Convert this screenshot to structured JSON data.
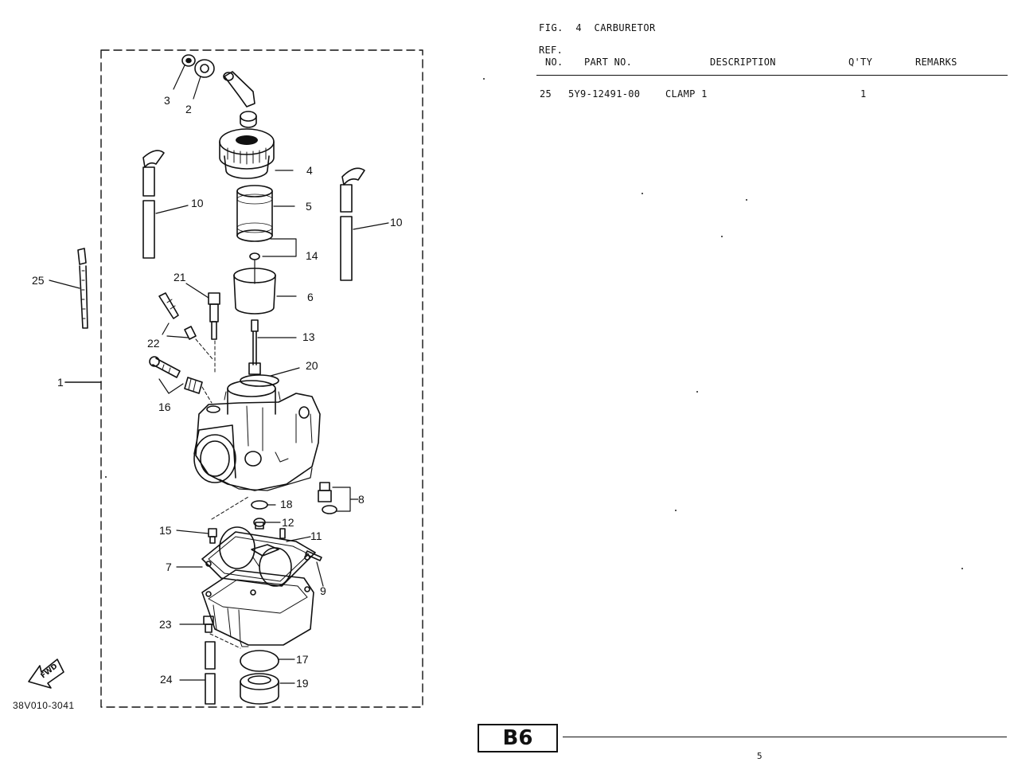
{
  "figure": {
    "title": "FIG.  4  CARBURETOR"
  },
  "table": {
    "headers": {
      "ref_line1": "REF.",
      "ref_line2": "NO.",
      "part_no": "PART NO.",
      "description": "DESCRIPTION",
      "qty": "Q'TY",
      "remarks": "REMARKS"
    },
    "rows": [
      {
        "ref": "25",
        "part_no": "5Y9-12491-00",
        "description": "CLAMP 1",
        "qty": "1",
        "remarks": ""
      }
    ]
  },
  "diagram": {
    "drawing_code": "38V010-3041",
    "fwd_label": "FWD",
    "callouts": [
      "1",
      "2",
      "3",
      "4",
      "5",
      "6",
      "7",
      "8",
      "9",
      "10",
      "10",
      "11",
      "12",
      "13",
      "14",
      "15",
      "16",
      "17",
      "18",
      "19",
      "20",
      "21",
      "22",
      "23",
      "24",
      "25"
    ]
  },
  "footer": {
    "section": "B6",
    "page_number": "5"
  }
}
